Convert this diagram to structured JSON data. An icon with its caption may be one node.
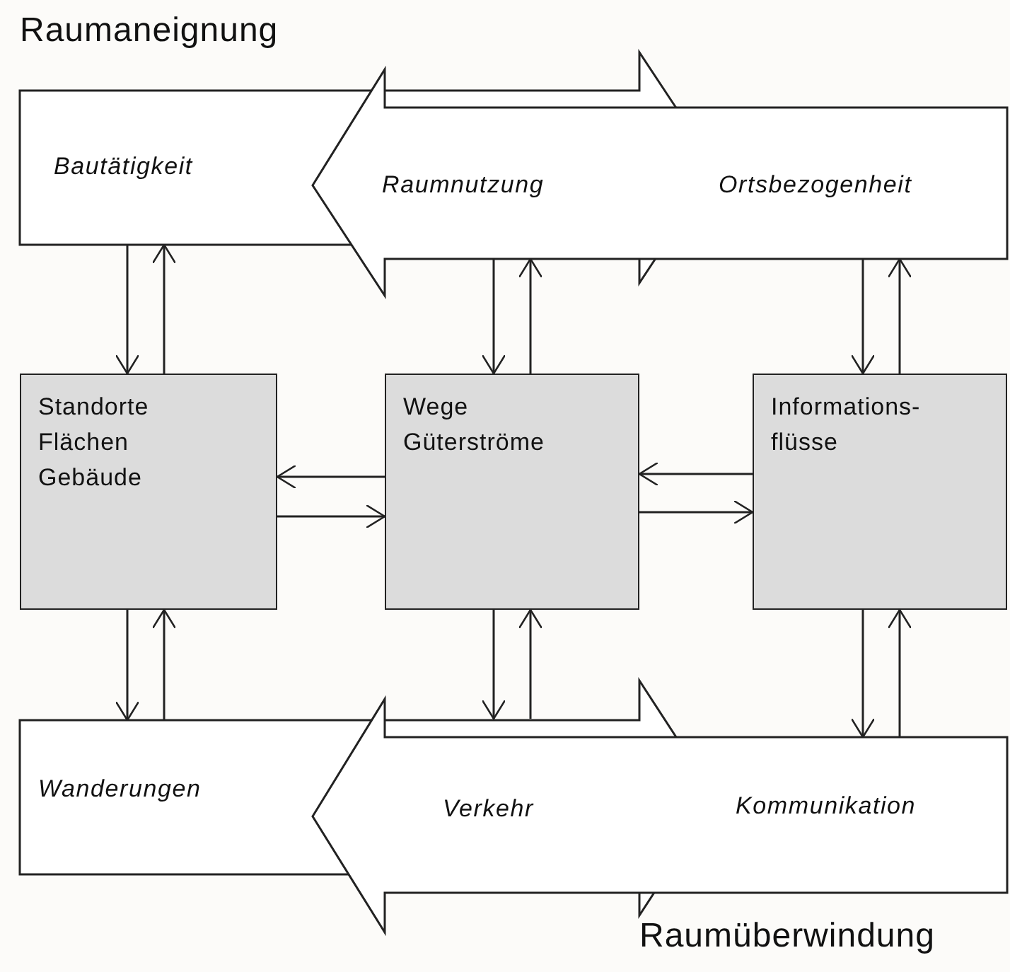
{
  "diagram": {
    "nodes": [
      {
        "text": [
          "Bautätigkeit"
        ]
      },
      {
        "text": [
          "Raumnutzung",
          "Ortsbezogenheit"
        ]
      },
      {
        "text": [
          "Standorte Flächen Gebäude"
        ]
      },
      {
        "text": [
          "Wege Güterströme"
        ]
      },
      {
        "text": [
          "Informations-flüsse"
        ]
      },
      {
        "text": [
          "Wanderungen"
        ]
      },
      {
        "text": [
          "Verkehr",
          "Kommunikation"
        ]
      }
    ],
    "edges": [
      {
        "from": 0,
        "to": 2,
        "arrow": "to"
      },
      {
        "from": 2,
        "to": 0,
        "arrow": "to"
      },
      {
        "from": 1,
        "to": 3,
        "arrow": "to"
      },
      {
        "from": 3,
        "to": 1,
        "arrow": "to"
      },
      {
        "from": 1,
        "to": 4,
        "arrow": "to"
      },
      {
        "from": 4,
        "to": 1,
        "arrow": "to"
      },
      {
        "from": 3,
        "to": 2,
        "arrow": "to"
      },
      {
        "from": 2,
        "to": 3,
        "arrow": "to"
      },
      {
        "from": 4,
        "to": 3,
        "arrow": "to"
      },
      {
        "from": 3,
        "to": 4,
        "arrow": "to"
      },
      {
        "from": 2,
        "to": 5,
        "arrow": "to"
      },
      {
        "from": 5,
        "to": 2,
        "arrow": "to"
      },
      {
        "from": 3,
        "to": 6,
        "arrow": "to"
      },
      {
        "from": 6,
        "to": 3,
        "arrow": "to"
      },
      {
        "from": 4,
        "to": 6,
        "arrow": "to"
      },
      {
        "from": 6,
        "to": 4,
        "arrow": "to"
      }
    ],
    "labels": [
      "Raumaneignung",
      "Raumüberwindung"
    ]
  }
}
